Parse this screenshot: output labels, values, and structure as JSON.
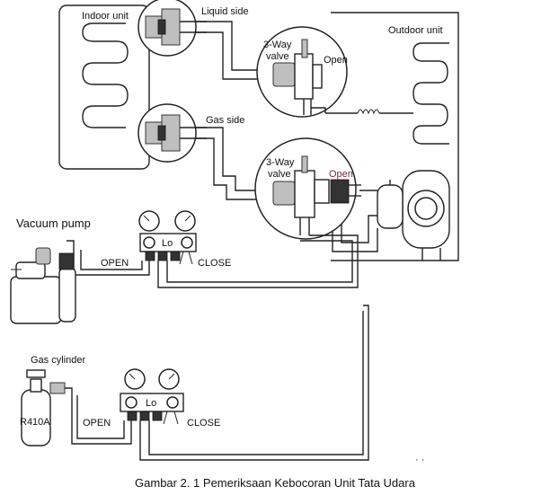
{
  "labels": {
    "indoor_unit": "Indoor unit",
    "liquid_side": "Liquid side",
    "gas_side": "Gas side",
    "outdoor_unit": "Outdoor unit",
    "three_way_valve_line1": "3-Way",
    "three_way_valve_line2": "valve",
    "open": "Open",
    "vacuum_pump": "Vacuum pump",
    "gas_cylinder": "Gas cylinder",
    "r410a": "R410A",
    "lo": "Lo",
    "open_caps": "OPEN",
    "close_caps": "CLOSE"
  },
  "caption": "Gambar 2. 1 Pemeriksaan Kebocoran Unit Tata Udara"
}
